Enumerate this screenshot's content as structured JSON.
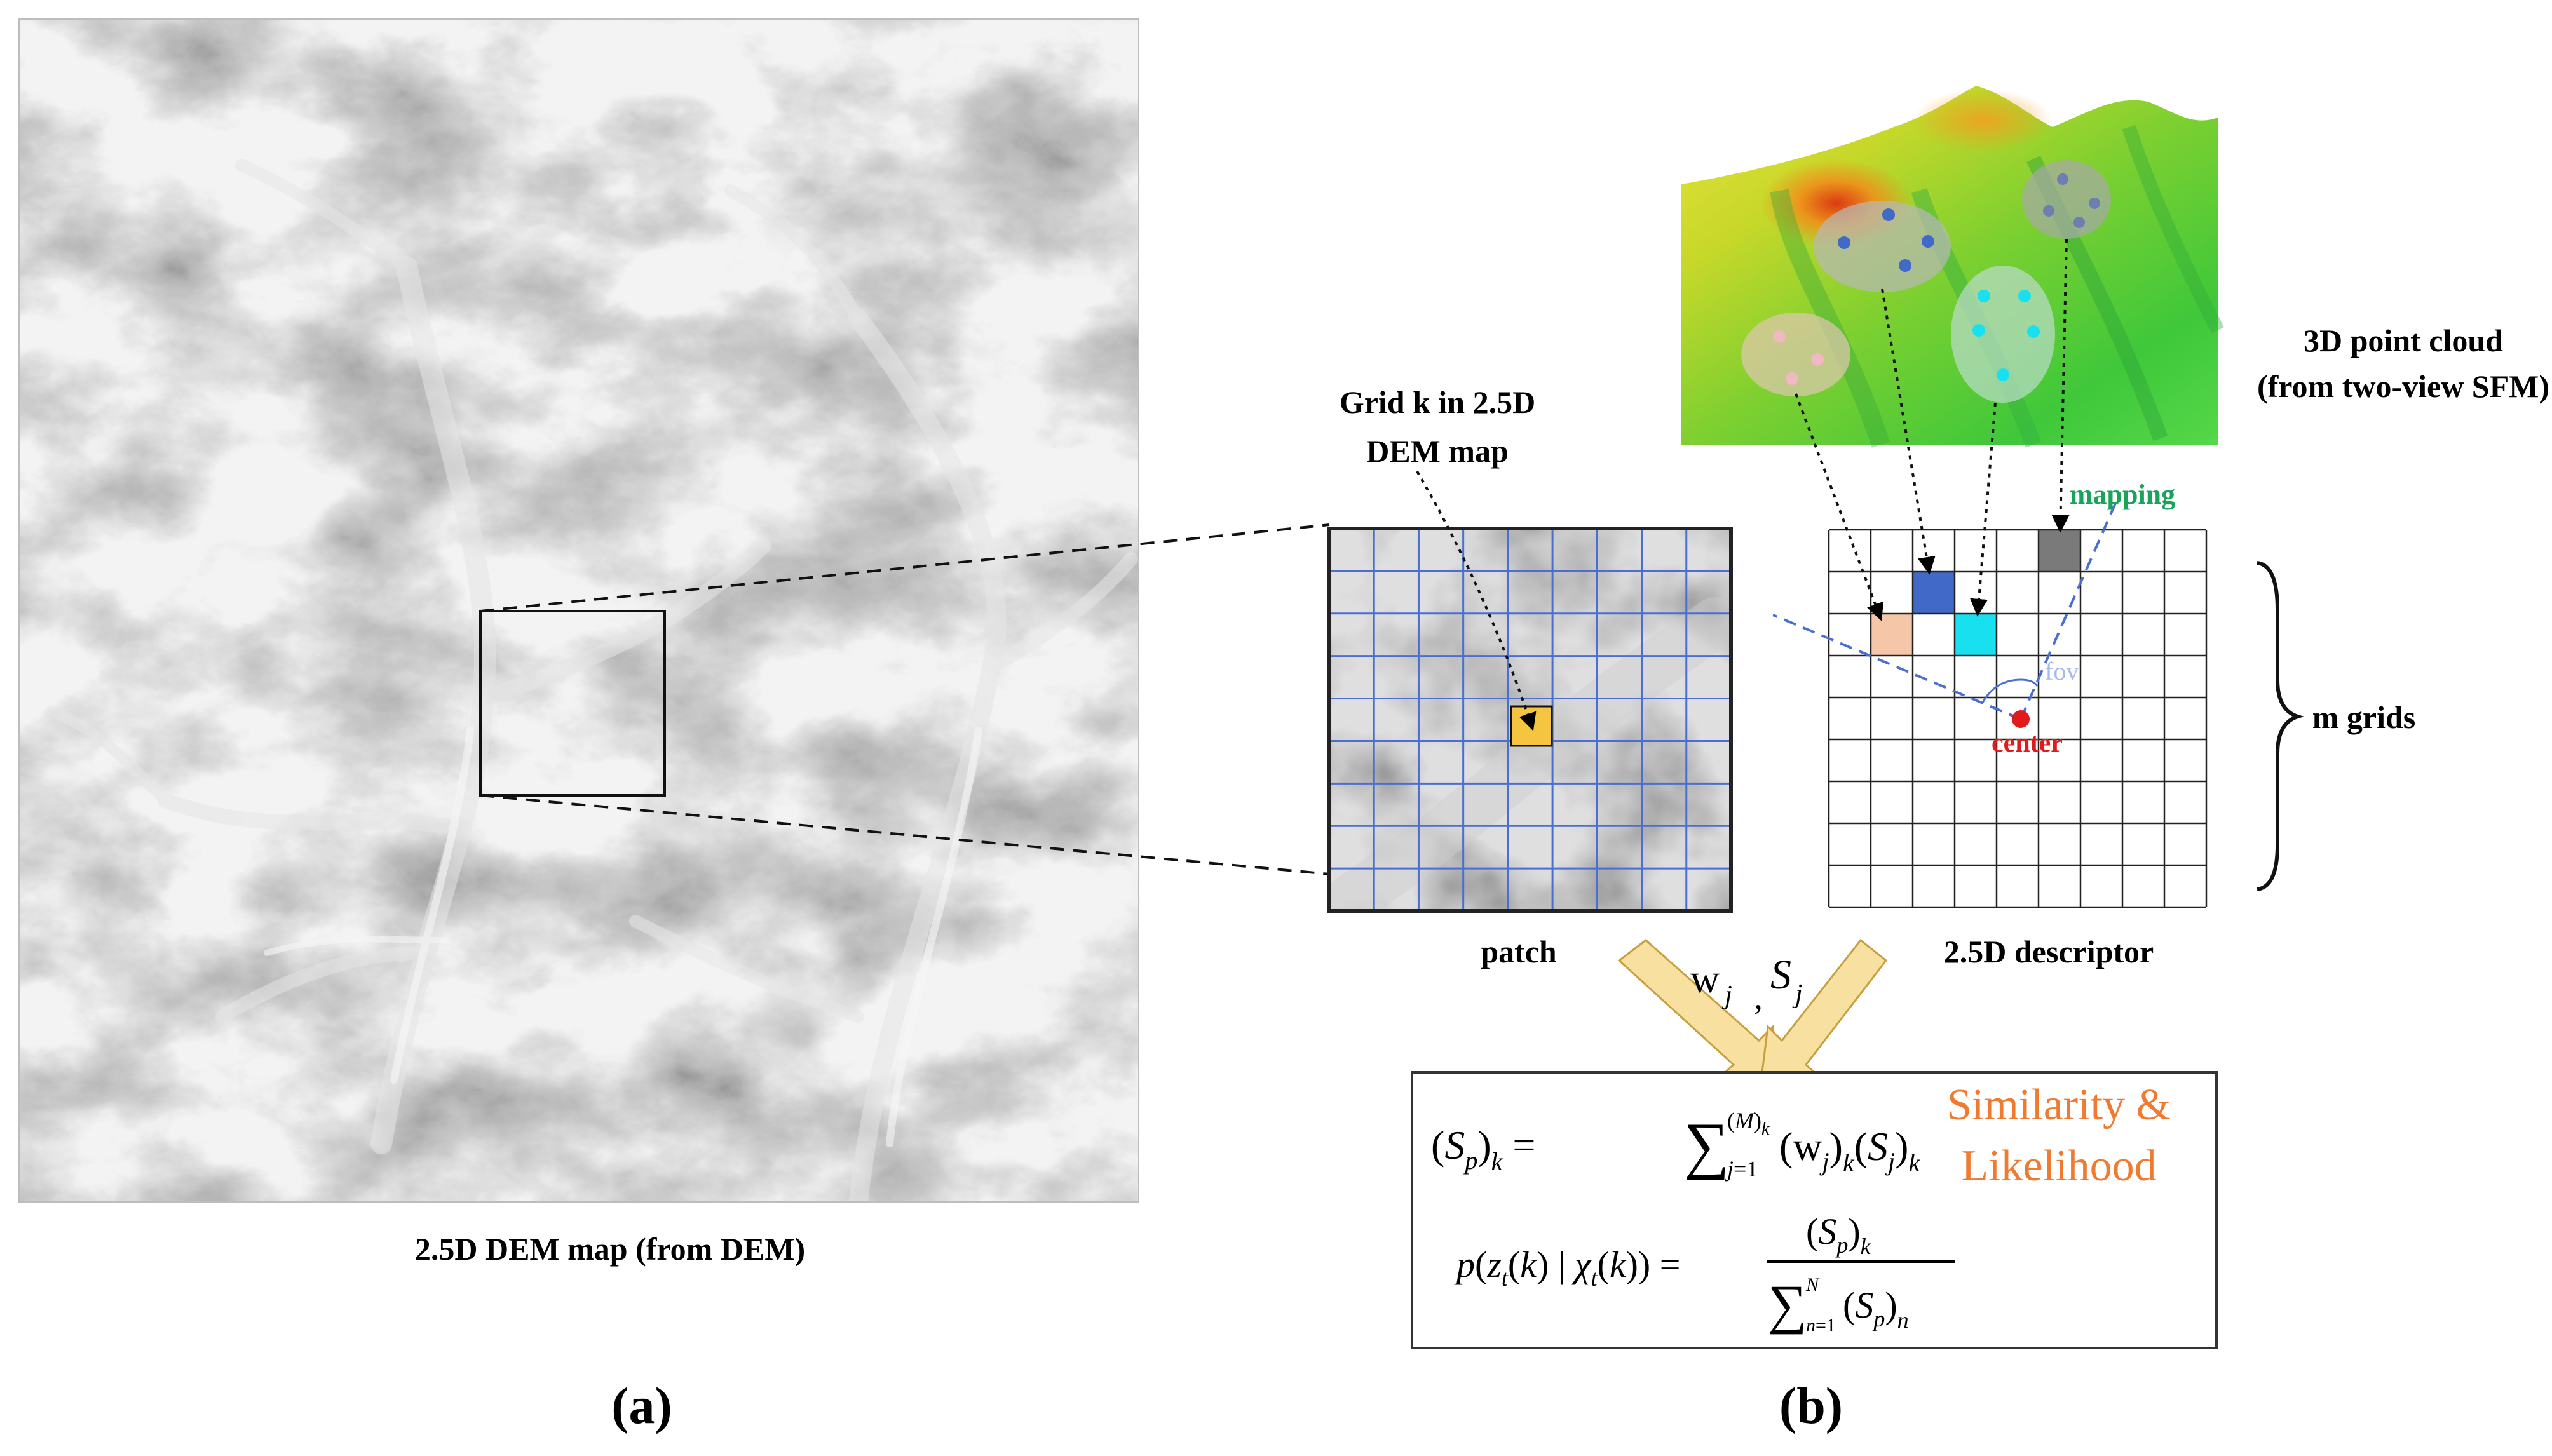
{
  "panel_a": {
    "map_caption": "2.5D DEM map (from DEM)",
    "panel_letter": "(a)"
  },
  "panel_b": {
    "panel_letter": "(b)",
    "grid_k_label_line1": "Grid k in 2.5D",
    "grid_k_label_line2": "DEM map",
    "patch_label": "patch",
    "descriptor_label": "2.5D descriptor",
    "point_cloud_label_line1": "3D point cloud",
    "point_cloud_label_line2": "(from two-view SFM)",
    "mapping_label": "mapping",
    "center_label": "center",
    "fov_label": "fov",
    "m_grids_label": "m grids",
    "weights_label": "w",
    "weights_sub": "j",
    "sim_label": "S",
    "sim_sub": "j",
    "similarity_line1": "Similarity &",
    "similarity_line2": "Likelihood"
  },
  "colors": {
    "grid_blue": "#4a6fd0",
    "highlight_yellow": "#f5c542",
    "cell_blue": "#4169c8",
    "cell_cyan": "#18e0ee",
    "cell_peach": "#f5c6a8",
    "cell_gray": "#7a7a7a",
    "center_red": "#e11b1b",
    "mapping_green": "#1aa35a",
    "accent_orange": "#f07a30",
    "arrow_fill": "#f8e0a0"
  }
}
